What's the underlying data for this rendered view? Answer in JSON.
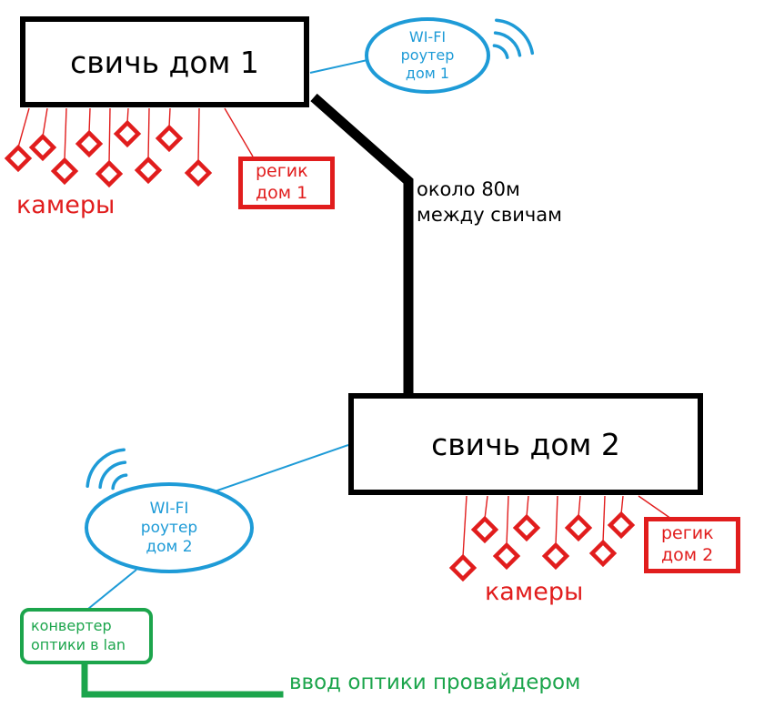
{
  "diagram": {
    "switch1": {
      "label": "свичь дом 1"
    },
    "switch2": {
      "label": "свичь дом 2"
    },
    "router1": {
      "lines": [
        "WI-FI",
        "роутер",
        "дом 1"
      ]
    },
    "router2": {
      "lines": [
        "WI-FI",
        "роутер",
        "дом 2"
      ]
    },
    "dvr1": {
      "lines": [
        "регик",
        "дом 1"
      ]
    },
    "dvr2": {
      "lines": [
        "регик",
        "дом 2"
      ]
    },
    "converter": {
      "lines": [
        "конвертер",
        "оптики в lan"
      ]
    },
    "cameras_house1": {
      "label": "камеры",
      "count": 9
    },
    "cameras_house2": {
      "label": "камеры",
      "count": 8
    },
    "distance_note": {
      "lines": [
        "около 80м",
        "между свичам"
      ]
    },
    "fiber_label": "ввод оптики провайдером",
    "colors": {
      "switch_border": "#000000",
      "camera_red": "#e11d1d",
      "wifi_blue": "#1e9bd7",
      "fiber_green": "#1ca54c"
    }
  }
}
